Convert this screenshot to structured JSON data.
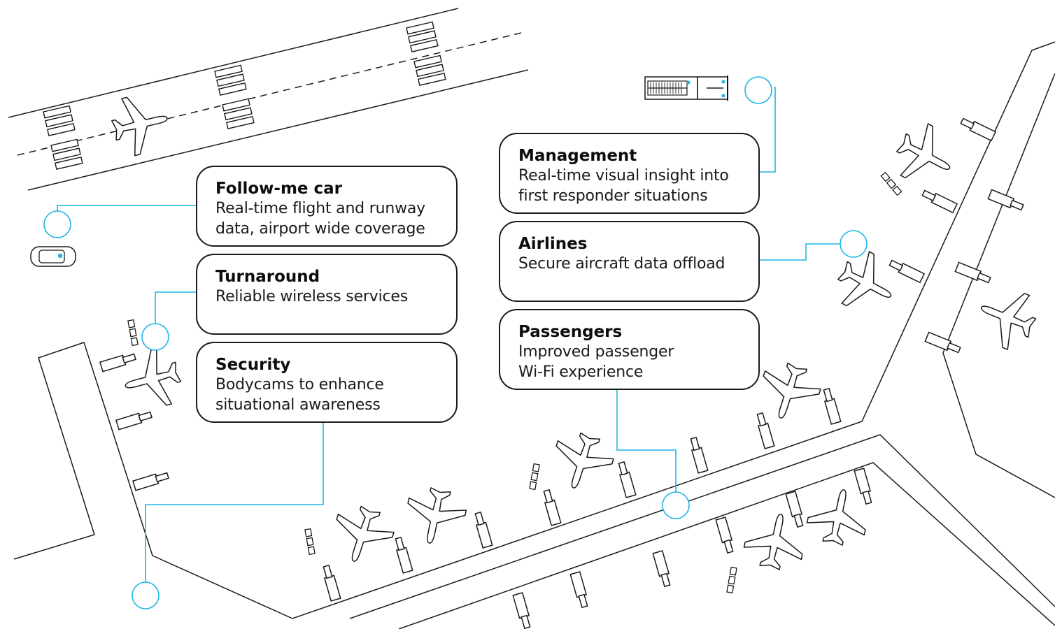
{
  "accent_color": "#1eb6e6",
  "line_color": "#1a1a1a",
  "cards": {
    "follow_me_car": {
      "title": "Follow-me car",
      "description_lines": [
        "Real-time flight and runway",
        "data, airport wide coverage"
      ]
    },
    "turnaround": {
      "title": "Turnaround",
      "description_lines": [
        "Reliable wireless services"
      ]
    },
    "security": {
      "title": "Security",
      "description_lines": [
        "Bodycams to enhance",
        "situational awareness"
      ]
    },
    "management": {
      "title": "Management",
      "description_lines": [
        "Real-time visual insight into",
        "first responder situations"
      ]
    },
    "airlines": {
      "title": "Airlines",
      "description_lines": [
        "Secure aircraft data offload"
      ]
    },
    "passengers": {
      "title": "Passengers",
      "description_lines": [
        "Improved passenger",
        "Wi-Fi experience"
      ]
    }
  },
  "icons": [
    "airplane-icon",
    "jet-bridge-icon",
    "baggage-cart-icon",
    "follow-me-car-icon",
    "fire-truck-icon",
    "connection-node-icon"
  ]
}
